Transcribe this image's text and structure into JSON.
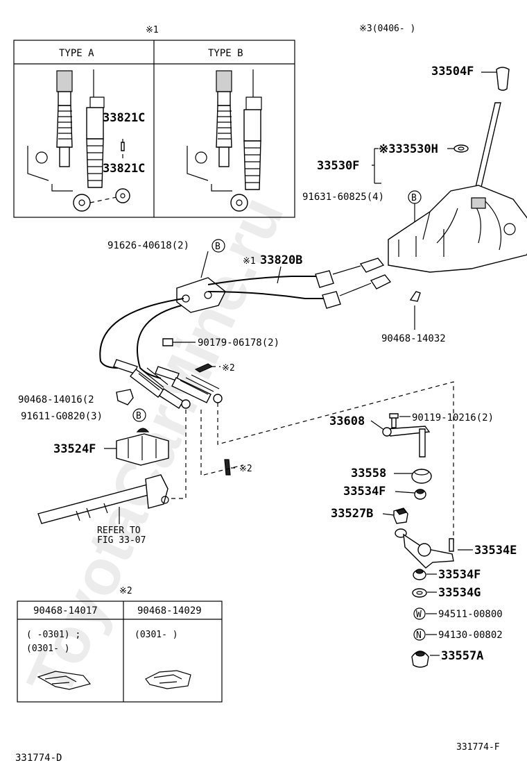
{
  "watermark": "ToyotaCarMine.ru",
  "figure_id_bottom_left": "331774-D",
  "figure_id_bottom_right": "331774-F",
  "note_mark_1": "※1",
  "note_mark_3_date": "※3(0406-    )",
  "type_table": {
    "note": "※1",
    "type_a": "TYPE  A",
    "type_b": "TYPE  B",
    "part_33821c_top": "33821C",
    "part_33821c_bottom": "33821C"
  },
  "parts": {
    "p33504f": "33504F",
    "p33530h": "※333530H",
    "p33530f": "33530F",
    "p91631": "91631-60825(4)",
    "p91626": "91626-40618(2)",
    "p33820b_note": "※1",
    "p33820b": "33820B",
    "p90468_14032": "90468-14032",
    "p90179": "90179-06178(2)",
    "p2_note_a": "※2",
    "p90468_14016": "90468-14016(2",
    "p91611": "91611-G0820(3)",
    "p33524f": "33524F",
    "p2_note_b": "※2",
    "refer_to_line1": "REFER TO",
    "refer_to_line2": "FIG 33-07",
    "p33608": "33608",
    "p90119": "90119-10216(2)",
    "p33558": "33558",
    "p33534f_top": "33534F",
    "p33527b": "33527B",
    "p33534e": "33534E",
    "p33534f_bottom": "33534F",
    "p33534g": "33534G",
    "p94511": "94511-00800",
    "p94130": "94130-00802",
    "p33557a": "33557A"
  },
  "badges": {
    "b": "B",
    "w": "W",
    "n": "N"
  },
  "clip_table": {
    "note": "※2",
    "col1_header": "90468-14017",
    "col2_header": "90468-14029",
    "col1_line1": "(    -0301) ;",
    "col1_line2": "(0301-     )",
    "col2_line1": "(0301-     )"
  }
}
